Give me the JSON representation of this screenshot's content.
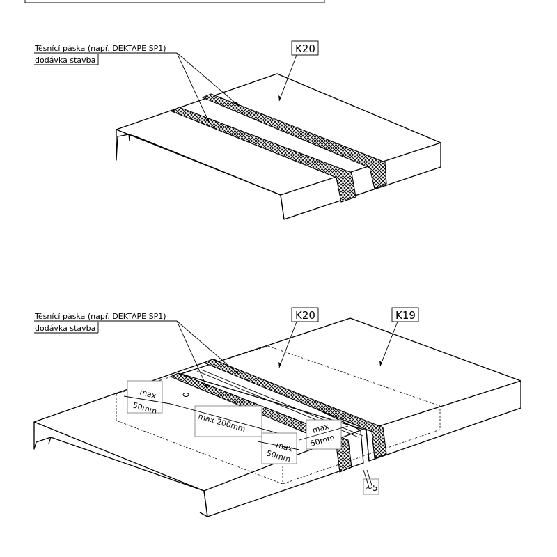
{
  "top_detail": {
    "callout_line1": "Těsnící páska (např. DEKTAPE SP1)",
    "callout_line2": "dodávka stavba",
    "panel_label": "K20"
  },
  "bottom_detail": {
    "callout_line1": "Těsnící páska (např. DEKTAPE SP1)",
    "callout_line2": "dodávka stavba",
    "panel_left_label": "K20",
    "panel_right_label": "K19",
    "dim_max_1": "max",
    "dim_50mm_1": "50mm",
    "dim_max_200": "max 200mm",
    "dim_max_2": "max",
    "dim_50mm_2": "50mm",
    "dim_max_3": "max",
    "dim_50mm_3": "50mm",
    "gap_label": "~5"
  }
}
